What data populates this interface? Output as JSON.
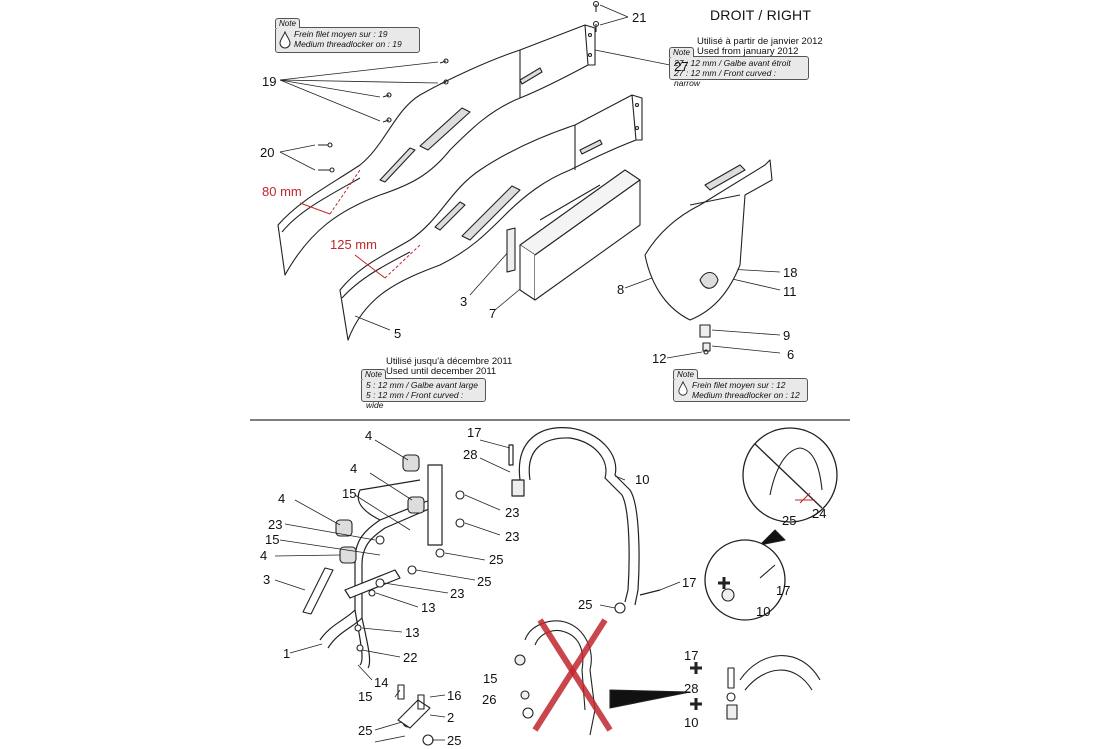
{
  "header": {
    "side_label": "DROIT / RIGHT"
  },
  "top_assembly": {
    "note_19": {
      "heading": "Note",
      "line1": "Frein filet moyen sur : 19",
      "line2": "Medium threadlocker on : 19"
    },
    "from_2012": {
      "line1": "Utilisé à partir de janvier 2012",
      "line2": "Used from january 2012"
    },
    "note_27": {
      "heading": "Note",
      "line1": "27 : 12 mm / Galbe avant étroit",
      "line2": "27 : 12 mm / Front curved : narrow"
    },
    "until_2011": {
      "line1": "Utilisé jusqu'à décembre 2011",
      "line2": "Used until december 2011"
    },
    "note_5": {
      "heading": "Note",
      "line1": "5 : 12 mm / Galbe avant large",
      "line2": "5 : 12 mm / Front curved : wide"
    },
    "note_12": {
      "heading": "Note",
      "line1": "Frein filet moyen sur : 12",
      "line2": "Medium threadlocker on : 12"
    },
    "dim_narrow": "80 mm",
    "dim_wide": "125 mm",
    "callouts": [
      "21",
      "19",
      "27",
      "20",
      "3",
      "7",
      "5",
      "8",
      "18",
      "11",
      "9",
      "12",
      "6"
    ]
  },
  "bottom_assembly": {
    "callouts": [
      "17",
      "28",
      "10",
      "4",
      "4",
      "15",
      "4",
      "23",
      "15",
      "4",
      "3",
      "23",
      "23",
      "25",
      "25",
      "23",
      "13",
      "13",
      "1",
      "22",
      "14",
      "15",
      "16",
      "2",
      "25",
      "25",
      "25",
      "17",
      "17",
      "25",
      "10",
      "24",
      "15",
      "26",
      "17",
      "28",
      "10"
    ]
  }
}
